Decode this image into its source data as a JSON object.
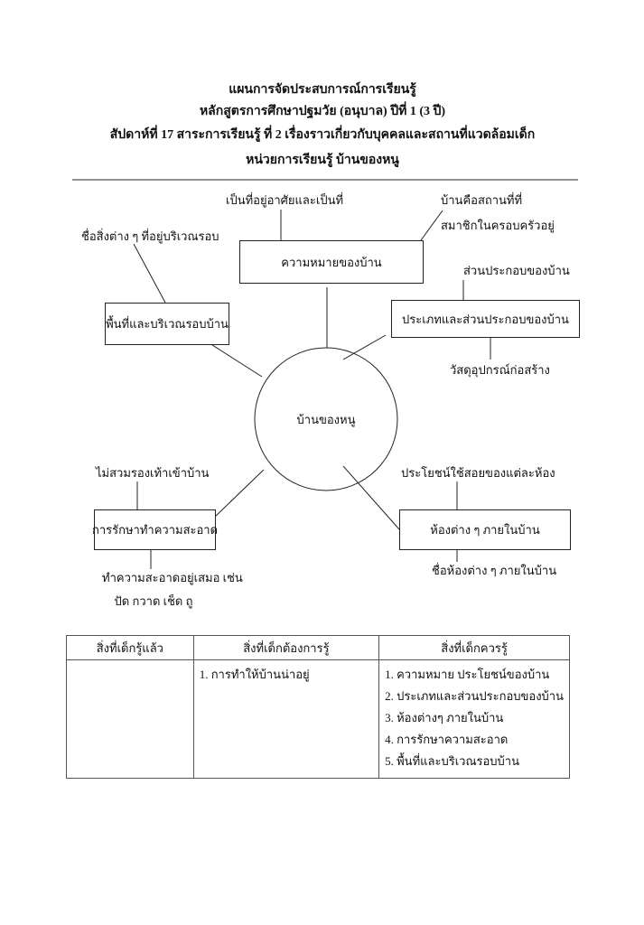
{
  "header": {
    "line1": "แผนการจัดประสบการณ์การเรียนรู้",
    "line2": "หลักสูตรการศึกษาปฐมวัย (อนุบาล)  ปีที่ 1 (3 ปี)",
    "line3": "สัปดาห์ที่ 17   สาระการเรียนรู้ ที่ 2 เรื่องราวเกี่ยวกับบุคคลและสถานที่แวดล้อมเด็ก",
    "line4": "หน่วยการเรียนรู้   บ้านของหนู"
  },
  "mindmap": {
    "center": "บ้านของหนู",
    "meaning": {
      "box": "ความหมายของบ้าน",
      "note1": "เป็นที่อยู่อาศัยและเป็นที่",
      "note2a": "บ้านคือสถานที่ที่",
      "note2b": "สมาชิกในครอบครัวอยู่"
    },
    "types": {
      "box": "ประเภทและส่วนประกอบของบ้าน",
      "note1": "ส่วนประกอบของบ้าน",
      "note2": "วัสดุอุปกรณ์ก่อสร้าง"
    },
    "area": {
      "box": "พื้นที่และบริเวณรอบบ้าน",
      "note1": "ชื่อสิ่งต่าง ๆ ที่อยู่บริเวณรอบ"
    },
    "cleaning": {
      "box": "การรักษาทำความสะอาด",
      "note1": "ไม่สวมรองเท้าเข้าบ้าน",
      "note2a": "ทำความสะอาดอยู่เสมอ เช่น",
      "note2b": "ปัด กวาด เช็ด ถู"
    },
    "rooms": {
      "box": "ห้องต่าง ๆ ภายในบ้าน",
      "note1": "ประโยชน์ใช้สอยของแต่ละห้อง",
      "note2": "ชื่อห้องต่าง ๆ ภายในบ้าน"
    }
  },
  "table": {
    "headers": [
      "สิ่งที่เด็กรู้แล้ว",
      "สิ่งที่เด็กต้องการรู้",
      "สิ่งที่เด็กควรรู้"
    ],
    "known": [],
    "want": [
      "1. การทำให้บ้านน่าอยู่"
    ],
    "should": [
      "1. ความหมาย  ประโยชน์ของบ้าน",
      "2. ประเภทและส่วนประกอบของบ้าน",
      "3. ห้องต่างๆ ภายในบ้าน",
      "4. การรักษาความสะอาด",
      "5. พื้นที่และบริเวณรอบบ้าน"
    ]
  }
}
